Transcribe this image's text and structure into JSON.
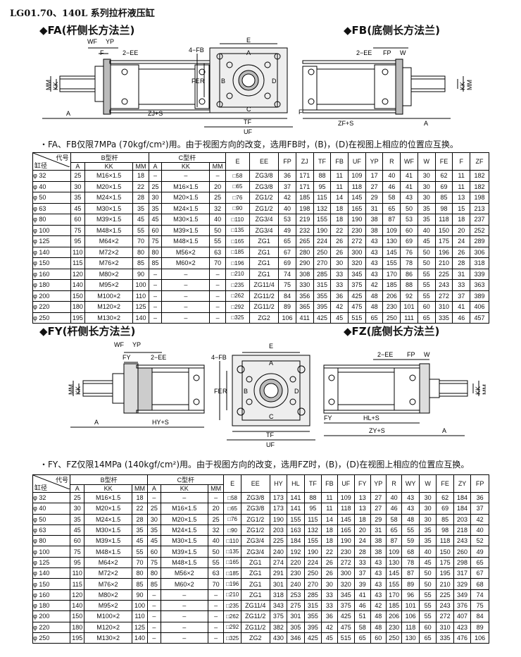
{
  "doc_title": "LG01.70、140L 系列拉杆液压缸",
  "sections": {
    "fa": "◆FA(杆侧长方法兰)",
    "fb": "◆FB(底侧长方法兰)",
    "fy": "◆FY(杆侧长方法兰)",
    "fz": "◆FZ(底侧长方法兰)"
  },
  "notes": {
    "n1": "・FA、FB仅限7MPa (70kgf/cm²)用。由于视图方向的改变，选用FB时，(B)，(D)在视图上相应的位置应互换。",
    "n2": "・FY、FZ仅限14MPa (140kgf/cm²)用。由于视图方向的改变，选用FZ时，(B)，(D)在视图上相应的位置应互换。"
  },
  "diagram_labels": {
    "WF": "WF",
    "YP": "YP",
    "F": "F",
    "EE2": "2−EE",
    "FB4": "4−FB",
    "E": "E",
    "A": "A",
    "B": "B",
    "C": "C",
    "D": "D",
    "MM": "MM",
    "KK": "KK",
    "FE": "FE",
    "R": "R",
    "ZJS": "ZJ+S",
    "TF": "TF",
    "UF": "UF",
    "FP": "FP",
    "W": "W",
    "ZFS": "ZF+S",
    "FY": "FY",
    "HYS": "HY+S",
    "HLS": "HL+S",
    "ZYS": "ZY+S"
  },
  "table1": {
    "hdr_code": "代号",
    "hdr_bore": "缸径",
    "hdr_B": "B型杆",
    "hdr_C": "C型杆",
    "sub": [
      "A",
      "KK",
      "MM",
      "A",
      "KK",
      "MM"
    ],
    "cols": [
      "E",
      "EE",
      "FP",
      "ZJ",
      "TF",
      "FB",
      "UF",
      "YP",
      "R",
      "WF",
      "W",
      "FE",
      "F",
      "ZF"
    ],
    "rows": [
      [
        "φ 32",
        "25",
        "M16×1.5",
        "18",
        "–",
        "–",
        "–",
        "□58",
        "ZG3/8",
        "36",
        "171",
        "88",
        "11",
        "109",
        "17",
        "40",
        "41",
        "30",
        "62",
        "11",
        "182"
      ],
      [
        "φ 40",
        "30",
        "M20×1.5",
        "22",
        "25",
        "M16×1.5",
        "20",
        "□65",
        "ZG3/8",
        "37",
        "171",
        "95",
        "11",
        "118",
        "27",
        "46",
        "41",
        "30",
        "69",
        "11",
        "182"
      ],
      [
        "φ 50",
        "35",
        "M24×1.5",
        "28",
        "30",
        "M20×1.5",
        "25",
        "□76",
        "ZG1/2",
        "42",
        "185",
        "115",
        "14",
        "145",
        "29",
        "58",
        "43",
        "30",
        "85",
        "13",
        "198"
      ],
      [
        "φ 63",
        "45",
        "M30×1.5",
        "35",
        "35",
        "M24×1.5",
        "32",
        "□90",
        "ZG1/2",
        "40",
        "198",
        "132",
        "18",
        "165",
        "31",
        "65",
        "50",
        "35",
        "98",
        "15",
        "213"
      ],
      [
        "φ 80",
        "60",
        "M39×1.5",
        "45",
        "45",
        "M30×1.5",
        "40",
        "□110",
        "ZG3/4",
        "53",
        "219",
        "155",
        "18",
        "190",
        "38",
        "87",
        "53",
        "35",
        "118",
        "18",
        "237"
      ],
      [
        "φ 100",
        "75",
        "M48×1.5",
        "55",
        "60",
        "M39×1.5",
        "50",
        "□135",
        "ZG3/4",
        "49",
        "232",
        "190",
        "22",
        "230",
        "38",
        "109",
        "60",
        "40",
        "150",
        "20",
        "252"
      ],
      [
        "φ 125",
        "95",
        "M64×2",
        "70",
        "75",
        "M48×1.5",
        "55",
        "□165",
        "ZG1",
        "65",
        "265",
        "224",
        "26",
        "272",
        "43",
        "130",
        "69",
        "45",
        "175",
        "24",
        "289"
      ],
      [
        "φ 140",
        "110",
        "M72×2",
        "80",
        "80",
        "M56×2",
        "63",
        "□185",
        "ZG1",
        "67",
        "280",
        "250",
        "26",
        "300",
        "43",
        "145",
        "76",
        "50",
        "196",
        "26",
        "306"
      ],
      [
        "φ 150",
        "115",
        "M76×2",
        "85",
        "85",
        "M60×2",
        "70",
        "□196",
        "ZG1",
        "69",
        "290",
        "270",
        "30",
        "320",
        "43",
        "155",
        "78",
        "50",
        "210",
        "28",
        "318"
      ],
      [
        "φ 160",
        "120",
        "M80×2",
        "90",
        "–",
        "–",
        "–",
        "□210",
        "ZG1",
        "74",
        "308",
        "285",
        "33",
        "345",
        "43",
        "170",
        "86",
        "55",
        "225",
        "31",
        "339"
      ],
      [
        "φ 180",
        "140",
        "M95×2",
        "100",
        "–",
        "–",
        "–",
        "□235",
        "ZG11/4",
        "75",
        "330",
        "315",
        "33",
        "375",
        "42",
        "185",
        "88",
        "55",
        "243",
        "33",
        "363"
      ],
      [
        "φ 200",
        "150",
        "M100×2",
        "110",
        "–",
        "–",
        "–",
        "□262",
        "ZG11/2",
        "84",
        "356",
        "355",
        "36",
        "425",
        "48",
        "206",
        "92",
        "55",
        "272",
        "37",
        "389"
      ],
      [
        "φ 220",
        "180",
        "M120×2",
        "125",
        "–",
        "–",
        "–",
        "□292",
        "ZG11/2",
        "89",
        "365",
        "395",
        "42",
        "475",
        "48",
        "230",
        "101",
        "60",
        "310",
        "41",
        "406"
      ],
      [
        "φ 250",
        "195",
        "M130×2",
        "140",
        "–",
        "–",
        "–",
        "□325",
        "ZG2",
        "106",
        "411",
        "425",
        "45",
        "515",
        "65",
        "250",
        "111",
        "65",
        "335",
        "46",
        "457"
      ]
    ]
  },
  "table2": {
    "hdr_code": "代号",
    "hdr_bore": "缸径",
    "hdr_B": "B型杆",
    "hdr_C": "C型杆",
    "sub": [
      "A",
      "KK",
      "MM",
      "A",
      "KK",
      "MM"
    ],
    "cols": [
      "E",
      "EE",
      "HY",
      "HL",
      "TF",
      "FB",
      "UF",
      "FY",
      "YP",
      "R",
      "WY",
      "W",
      "FE",
      "ZY",
      "FP"
    ],
    "rows": [
      [
        "φ 32",
        "25",
        "M16×1.5",
        "18",
        "–",
        "–",
        "–",
        "□58",
        "ZG3/8",
        "173",
        "141",
        "88",
        "11",
        "109",
        "13",
        "27",
        "40",
        "43",
        "30",
        "62",
        "184",
        "36"
      ],
      [
        "φ 40",
        "30",
        "M20×1.5",
        "22",
        "25",
        "M16×1.5",
        "20",
        "□65",
        "ZG3/8",
        "173",
        "141",
        "95",
        "11",
        "118",
        "13",
        "27",
        "46",
        "43",
        "30",
        "69",
        "184",
        "37"
      ],
      [
        "φ 50",
        "35",
        "M24×1.5",
        "28",
        "30",
        "M20×1.5",
        "25",
        "□76",
        "ZG1/2",
        "190",
        "155",
        "115",
        "14",
        "145",
        "18",
        "29",
        "58",
        "48",
        "30",
        "85",
        "203",
        "42"
      ],
      [
        "φ 63",
        "45",
        "M30×1.5",
        "35",
        "35",
        "M24×1.5",
        "32",
        "□90",
        "ZG1/2",
        "203",
        "163",
        "132",
        "18",
        "165",
        "20",
        "31",
        "65",
        "55",
        "35",
        "98",
        "218",
        "40"
      ],
      [
        "φ 80",
        "60",
        "M39×1.5",
        "45",
        "45",
        "M30×1.5",
        "40",
        "□110",
        "ZG3/4",
        "225",
        "184",
        "155",
        "18",
        "190",
        "24",
        "38",
        "87",
        "59",
        "35",
        "118",
        "243",
        "52"
      ],
      [
        "φ 100",
        "75",
        "M48×1.5",
        "55",
        "60",
        "M39×1.5",
        "50",
        "□135",
        "ZG3/4",
        "240",
        "192",
        "190",
        "22",
        "230",
        "28",
        "38",
        "109",
        "68",
        "40",
        "150",
        "260",
        "49"
      ],
      [
        "φ 125",
        "95",
        "M64×2",
        "70",
        "75",
        "M48×1.5",
        "55",
        "□165",
        "ZG1",
        "274",
        "220",
        "224",
        "26",
        "272",
        "33",
        "43",
        "130",
        "78",
        "45",
        "175",
        "298",
        "65"
      ],
      [
        "φ 140",
        "110",
        "M72×2",
        "80",
        "80",
        "M56×2",
        "63",
        "□185",
        "ZG1",
        "291",
        "230",
        "250",
        "26",
        "300",
        "37",
        "43",
        "145",
        "87",
        "50",
        "195",
        "317",
        "67"
      ],
      [
        "φ 150",
        "115",
        "M76×2",
        "85",
        "85",
        "M60×2",
        "70",
        "□196",
        "ZG1",
        "301",
        "240",
        "270",
        "30",
        "320",
        "39",
        "43",
        "155",
        "89",
        "50",
        "210",
        "329",
        "68"
      ],
      [
        "φ 160",
        "120",
        "M80×2",
        "90",
        "–",
        "–",
        "–",
        "□210",
        "ZG1",
        "318",
        "253",
        "285",
        "33",
        "345",
        "41",
        "43",
        "170",
        "96",
        "55",
        "225",
        "349",
        "74"
      ],
      [
        "φ 180",
        "140",
        "M95×2",
        "100",
        "–",
        "–",
        "–",
        "□235",
        "ZG11/4",
        "343",
        "275",
        "315",
        "33",
        "375",
        "46",
        "42",
        "185",
        "101",
        "55",
        "243",
        "376",
        "75"
      ],
      [
        "φ 200",
        "150",
        "M100×2",
        "110",
        "–",
        "–",
        "–",
        "□262",
        "ZG11/2",
        "375",
        "301",
        "355",
        "36",
        "425",
        "51",
        "48",
        "206",
        "106",
        "55",
        "272",
        "407",
        "84"
      ],
      [
        "φ 220",
        "180",
        "M120×2",
        "125",
        "–",
        "–",
        "–",
        "□292",
        "ZG11/2",
        "382",
        "305",
        "395",
        "42",
        "475",
        "58",
        "48",
        "230",
        "118",
        "60",
        "310",
        "423",
        "89"
      ],
      [
        "φ 250",
        "195",
        "M130×2",
        "140",
        "–",
        "–",
        "–",
        "□325",
        "ZG2",
        "430",
        "346",
        "425",
        "45",
        "515",
        "65",
        "60",
        "250",
        "130",
        "65",
        "335",
        "476",
        "106"
      ]
    ]
  }
}
